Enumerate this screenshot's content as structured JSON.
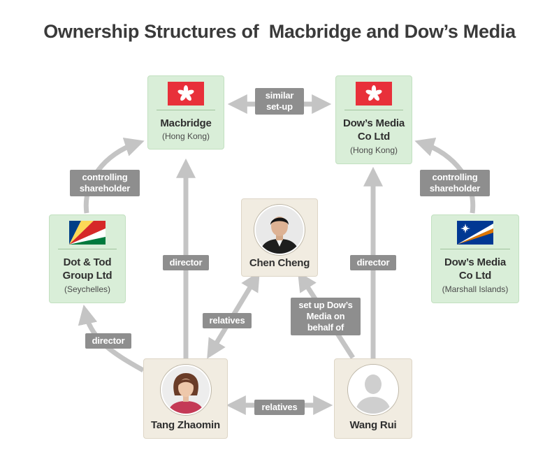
{
  "title": "Ownership Structures of  Macbridge and Dow’s Media",
  "colors": {
    "company_box": "#d9eed8",
    "person_box": "#f1ece1",
    "arrow": "#c4c4c4",
    "label_bg": "#8e8e8e",
    "hk_flag_red": "#e8303a"
  },
  "nodes": {
    "macbridge": {
      "name": "Macbridge",
      "location": "(Hong Kong)",
      "flag": "hong-kong-flag"
    },
    "dows_hk": {
      "name_lines": [
        "Dow’s Media",
        "Co Ltd"
      ],
      "location": "(Hong Kong)",
      "flag": "hong-kong-flag"
    },
    "dot_tod": {
      "name_lines": [
        "Dot & Tod",
        "Group Ltd"
      ],
      "location": "(Seychelles)",
      "flag": "seychelles-flag"
    },
    "dows_mi": {
      "name_lines": [
        "Dow’s Media",
        "Co Ltd"
      ],
      "location": "(Marshall Islands)",
      "flag": "marshall-islands-flag"
    },
    "chen_cheng": {
      "name": "Chen Cheng"
    },
    "tang_zhaomin": {
      "name": "Tang Zhaomin"
    },
    "wang_rui": {
      "name": "Wang Rui"
    }
  },
  "relations": {
    "similar_setup": [
      "similar",
      "set-up"
    ],
    "controlling_left": [
      "controlling",
      "shareholder"
    ],
    "controlling_right": [
      "controlling",
      "shareholder"
    ],
    "director_macbridge": "director",
    "director_dows": "director",
    "director_dot_tod": "director",
    "relatives_chen": "relatives",
    "setup_behalf": [
      "set up Dow’s",
      "Media on",
      "behalf of"
    ],
    "relatives_bottom": "relatives"
  }
}
